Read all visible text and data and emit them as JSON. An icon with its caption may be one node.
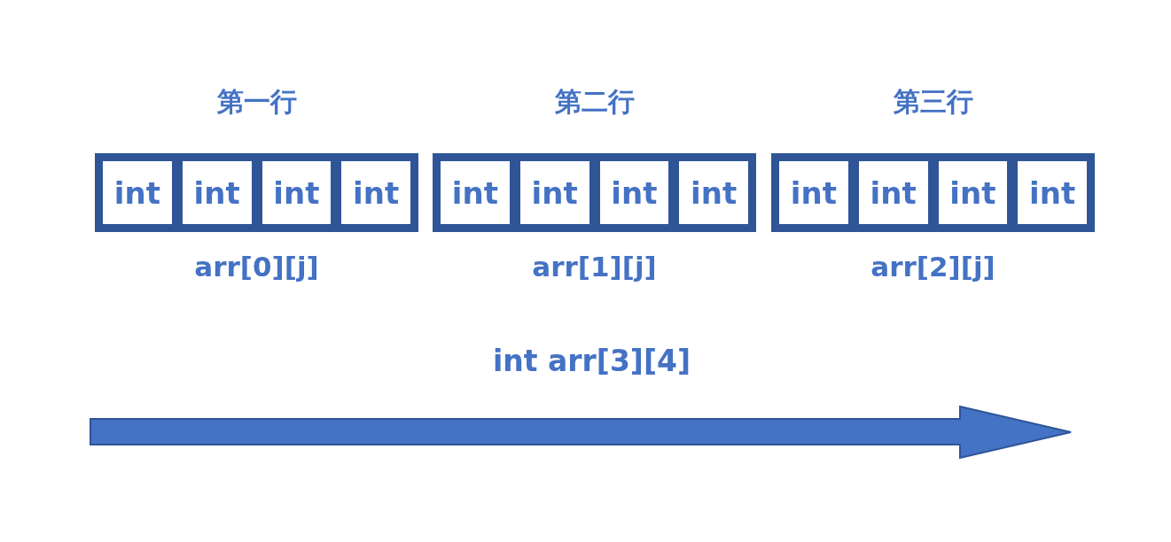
{
  "diagram": {
    "nodes": [
      {
        "text": [
          "第一行"
        ],
        "beside": [
          "arr[0][j]"
        ]
      },
      {
        "text": [
          "int"
        ],
        "in": 0
      },
      {
        "text": [
          "int"
        ],
        "in": 0
      },
      {
        "text": [
          "int"
        ],
        "in": 0
      },
      {
        "text": [
          "int"
        ],
        "in": 0
      },
      {
        "text": [
          "第二行"
        ],
        "beside": [
          "arr[1][j]"
        ]
      },
      {
        "text": [
          "int"
        ],
        "in": 5
      },
      {
        "text": [
          "int"
        ],
        "in": 5
      },
      {
        "text": [
          "int"
        ],
        "in": 5
      },
      {
        "text": [
          "int"
        ],
        "in": 5
      },
      {
        "text": [
          "第三行"
        ],
        "beside": [
          "arr[2][j]"
        ]
      },
      {
        "text": [
          "int"
        ],
        "in": 10
      },
      {
        "text": [
          "int"
        ],
        "in": 10
      },
      {
        "text": [
          "int"
        ],
        "in": 10
      },
      {
        "text": [
          "int"
        ],
        "in": 10
      }
    ],
    "edges": [],
    "labels": [
      "int arr[3][4]"
    ]
  }
}
